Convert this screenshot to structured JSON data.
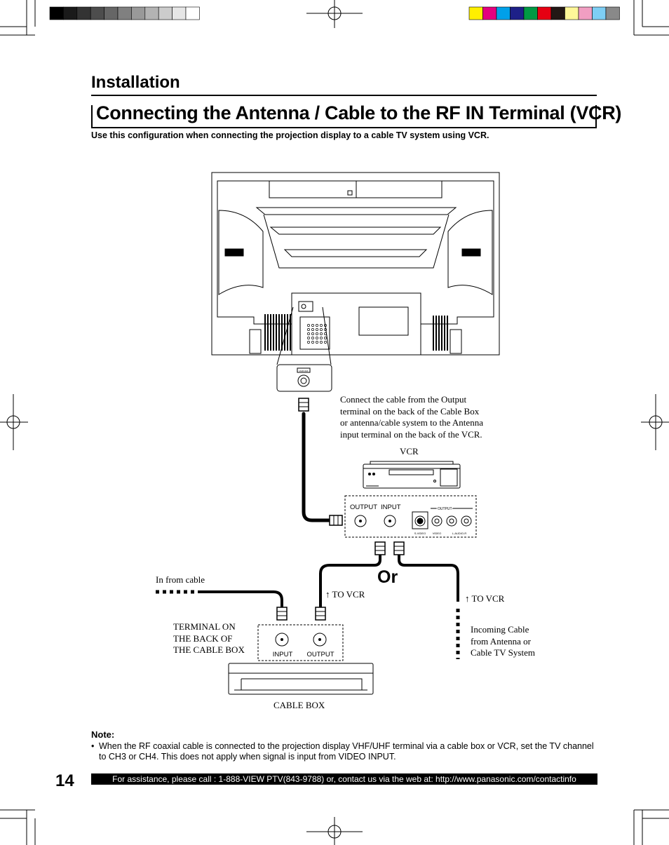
{
  "section_title": "Installation",
  "page_title": "Connecting the Antenna / Cable to the RF IN Terminal (VCR)",
  "intro": "Use this configuration when connecting the projection display to a cable TV system using VCR.",
  "diagram": {
    "connect_note": [
      "Connect the cable from the Output",
      "terminal on the back of the Cable Box",
      "or antenna/cable system to the Antenna",
      "input terminal on the back of the VCR."
    ],
    "vcr_label": "VCR",
    "vcr_output_label": "OUTPUT",
    "vcr_input_label": "INPUT",
    "vcr_av_output_label": "OUTPUT",
    "vcr_svideo_label": "S-VIDEO",
    "vcr_video_label": "VIDEO",
    "vcr_audio_label": "L-AUDIO-R",
    "or_label": "Or",
    "in_from_cable": "In from cable",
    "to_vcr_left": "↑ TO VCR",
    "to_vcr_right": "↑ TO VCR",
    "terminal_label": [
      "TERMINAL ON",
      "THE BACK OF",
      "THE CABLE BOX"
    ],
    "cablebox_input_label": "INPUT",
    "cablebox_output_label": "OUTPUT",
    "incoming_cable": [
      "Incoming Cable",
      "from Antenna or",
      "Cable TV System"
    ],
    "cable_box_label": "CABLE BOX",
    "rf_in_label": "VHF/UHF"
  },
  "note": {
    "heading": "Note:",
    "bullet": "•",
    "text": "When the RF coaxial cable is connected to the projection display VHF/UHF terminal via a cable box or VCR, set the TV channel to CH3 or CH4. This does not apply when signal is input from VIDEO INPUT."
  },
  "page_number": "14",
  "footer": "For assistance, please call : 1-888-VIEW PTV(843-9788) or, contact us via the web at: http://www.panasonic.com/contactinfo",
  "colors": {
    "gray_bar": [
      "#000000",
      "#1a1a1a",
      "#333333",
      "#4d4d4d",
      "#666666",
      "#808080",
      "#999999",
      "#b3b3b3",
      "#cccccc",
      "#e6e6e6",
      "#ffffff"
    ],
    "color_bar": [
      "#ffef00",
      "#e4007f",
      "#00a0e9",
      "#1d2088",
      "#009944",
      "#e60012",
      "#231815",
      "#fff799",
      "#f19ec2",
      "#7ecef4",
      "#898989"
    ]
  }
}
